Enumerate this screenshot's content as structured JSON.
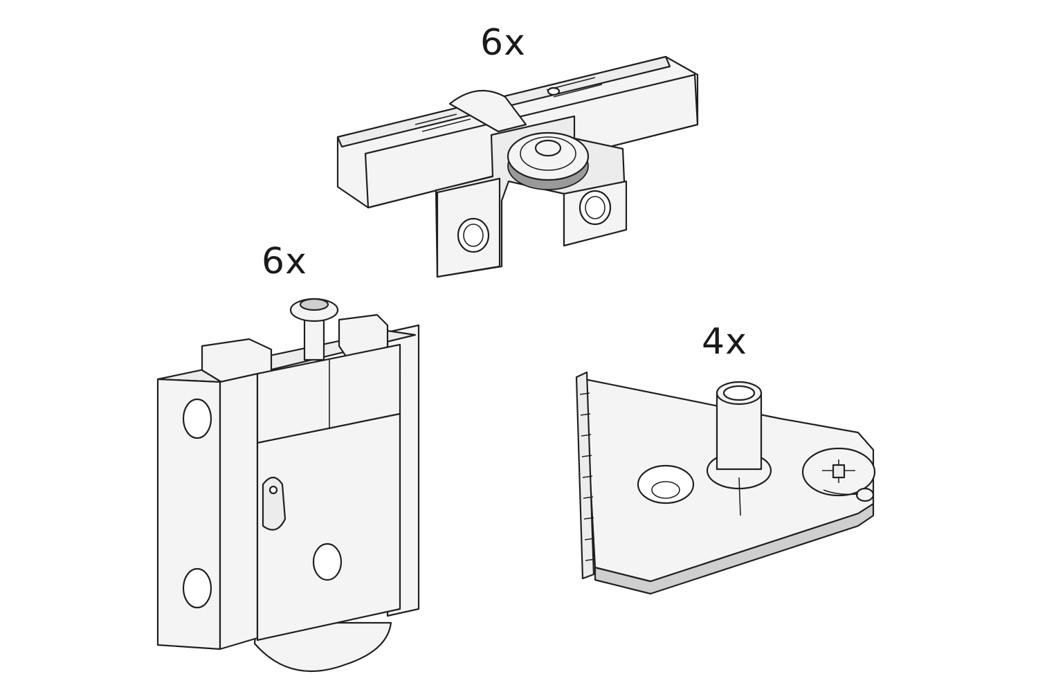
{
  "labels": {
    "top_quantity": "6x",
    "left_quantity": "6x",
    "right_quantity": "4x"
  },
  "parts": [
    {
      "name": "top-roller-hanger",
      "quantity": "6x"
    },
    {
      "name": "door-roller-carriage",
      "quantity": "6x"
    },
    {
      "name": "guide-plate-with-pin",
      "quantity": "4x"
    }
  ]
}
